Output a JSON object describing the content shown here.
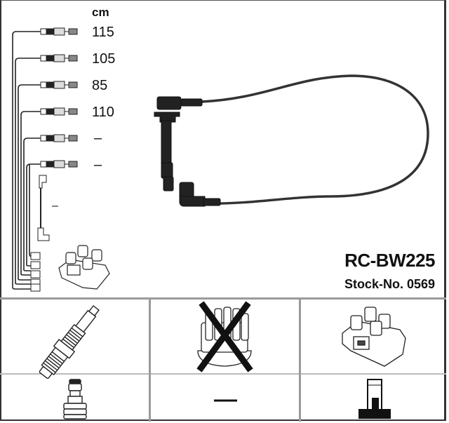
{
  "product": {
    "title": "RC-BW225",
    "stock_label": "Stock-No. 0569"
  },
  "lengths": {
    "unit": "cm",
    "items": [
      {
        "value": "115"
      },
      {
        "value": "105"
      },
      {
        "value": "85"
      },
      {
        "value": "110"
      },
      {
        "value": "–"
      },
      {
        "value": "–"
      }
    ],
    "coil_lead_value": "–"
  },
  "compatibility_grid": {
    "row1": [
      {
        "icon": "spark-plug-icon",
        "status": "included"
      },
      {
        "icon": "distributor-cap-icon",
        "status": "crossed-out"
      },
      {
        "icon": "ignition-coil-icon",
        "status": "included"
      }
    ],
    "row2": [
      {
        "icon": "spark-plug-terminal-icon",
        "value": ""
      },
      {
        "icon": "dash-icon",
        "value": "–"
      },
      {
        "icon": "coil-terminal-icon",
        "value": ""
      }
    ]
  },
  "colors": {
    "line": "#222222",
    "grid": "#9a9a9a",
    "cable": "#333333"
  }
}
